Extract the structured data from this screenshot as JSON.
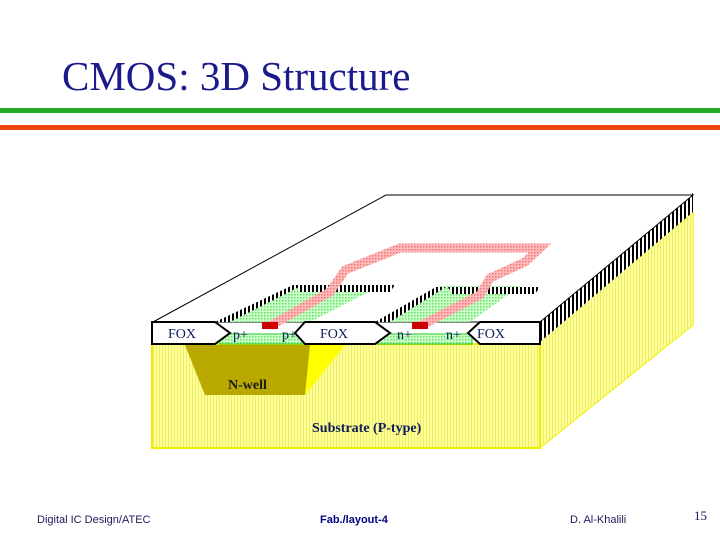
{
  "slide": {
    "title": "CMOS: 3D Structure",
    "page_number": "15"
  },
  "colors": {
    "title": "#1a1a8c",
    "rule_top": "#22aa22",
    "rule_bottom": "#ee4411",
    "substrate": "#ffff99",
    "nwell": "#b8a800",
    "active": "#88ee88",
    "poly": "#ff9999",
    "gate": "#cc0000"
  },
  "diagram": {
    "fox_labels": [
      "FOX",
      "FOX",
      "FOX"
    ],
    "pmos_labels": [
      "p+",
      "p+"
    ],
    "nmos_labels": [
      "n+",
      "n+"
    ],
    "nwell": "N-well",
    "substrate": "Substrate (P-type)"
  },
  "footer": {
    "left": "Digital IC Design/ATEC",
    "center": "Fab./layout-4",
    "right": "D. Al-Khalili"
  }
}
